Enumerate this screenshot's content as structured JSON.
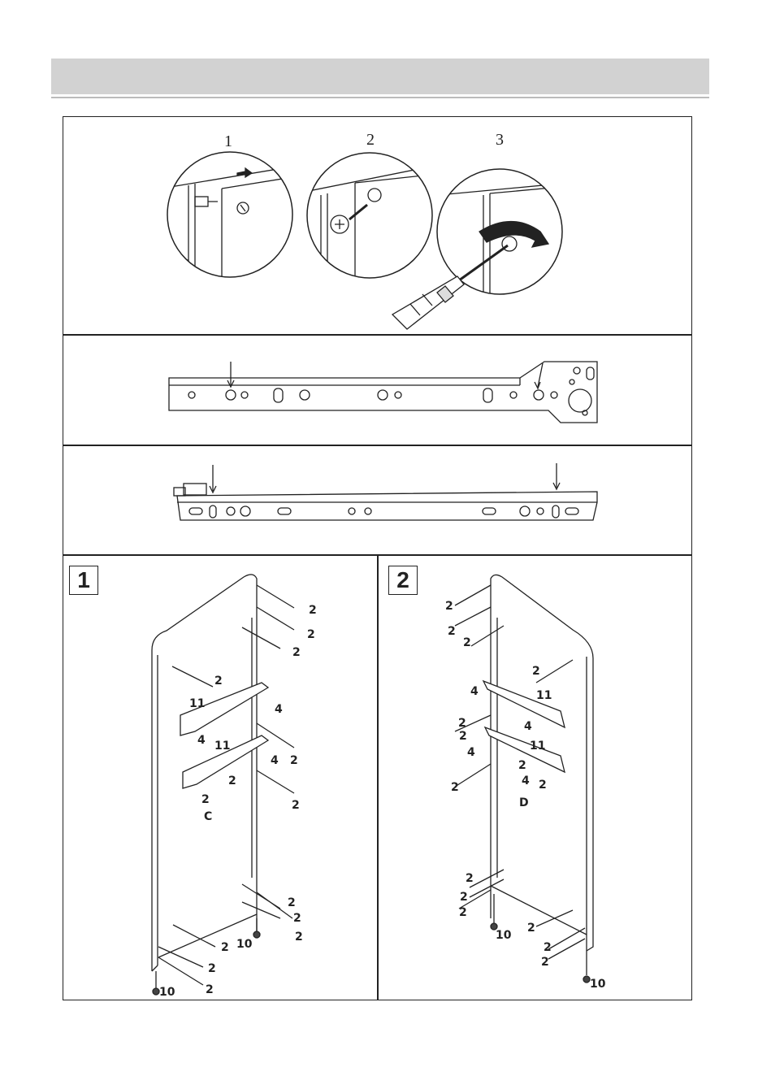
{
  "header": {
    "title": ""
  },
  "section_top": {
    "steps": [
      "1",
      "2",
      "3"
    ]
  },
  "panels": [
    {
      "id": "1",
      "marker": "C",
      "bolt_labels": [
        "2",
        "2",
        "2",
        "2",
        "11",
        "4",
        "4",
        "11",
        "4",
        "2",
        "2",
        "2",
        "2",
        "2",
        "2",
        "2",
        "2",
        "10",
        "2",
        "2",
        "10"
      ]
    },
    {
      "id": "2",
      "marker": "D",
      "bolt_labels": [
        "2",
        "2",
        "2",
        "2",
        "11",
        "4",
        "4",
        "2",
        "11",
        "4",
        "2",
        "2",
        "2",
        "4",
        "2",
        "2",
        "2",
        "2",
        "10",
        "2",
        "2",
        "2",
        "10"
      ]
    }
  ]
}
